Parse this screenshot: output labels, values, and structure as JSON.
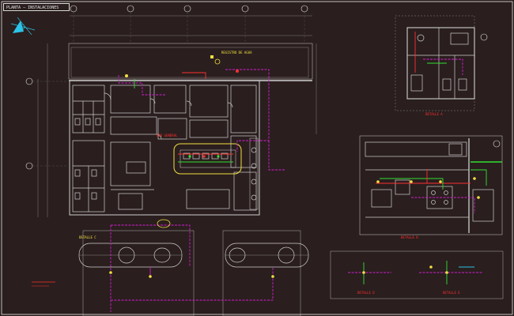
{
  "title_tab": "PLANTA — INSTALACIONES",
  "colors": {
    "background": "#2a1e1e",
    "frame": "#e8e8e8",
    "wall": "#cfcfcf",
    "gas": "#d020d0",
    "water": "#30e030",
    "note_red": "#ff3030",
    "note_yellow": "#f0e040",
    "accent_cyan": "#2bc4e8"
  },
  "labels": {
    "main_plan_note": "REGISTRO DE AGUA",
    "kitchen_note": "RED GENERAL",
    "detail_a": "DETALLE A",
    "detail_b": "DETALLE B",
    "detail_c": "DETALLE C",
    "detail_d": "DETALLE D",
    "detail_e": "DETALLE E"
  }
}
